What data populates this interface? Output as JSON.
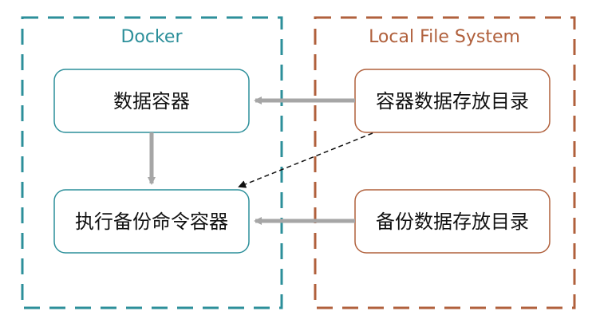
{
  "groups": {
    "docker": {
      "title": "Docker",
      "color": "#2c8f9a"
    },
    "local": {
      "title": "Local File System",
      "color": "#b0603c"
    }
  },
  "nodes": {
    "data_container": {
      "label": "数据容器"
    },
    "backup_container": {
      "label": "执行备份命令容器"
    },
    "container_data_dir": {
      "label": "容器数据存放目录"
    },
    "backup_data_dir": {
      "label": "备份数据存放目录"
    }
  },
  "edges": [
    {
      "from": "container_data_dir",
      "to": "data_container",
      "style": "solid"
    },
    {
      "from": "data_container",
      "to": "backup_container",
      "style": "solid"
    },
    {
      "from": "backup_data_dir",
      "to": "backup_container",
      "style": "solid"
    },
    {
      "from": "container_data_dir",
      "to": "backup_container",
      "style": "dashed"
    }
  ],
  "colors": {
    "arrow_solid": "#a6a6a6",
    "arrow_dashed": "#111111"
  }
}
